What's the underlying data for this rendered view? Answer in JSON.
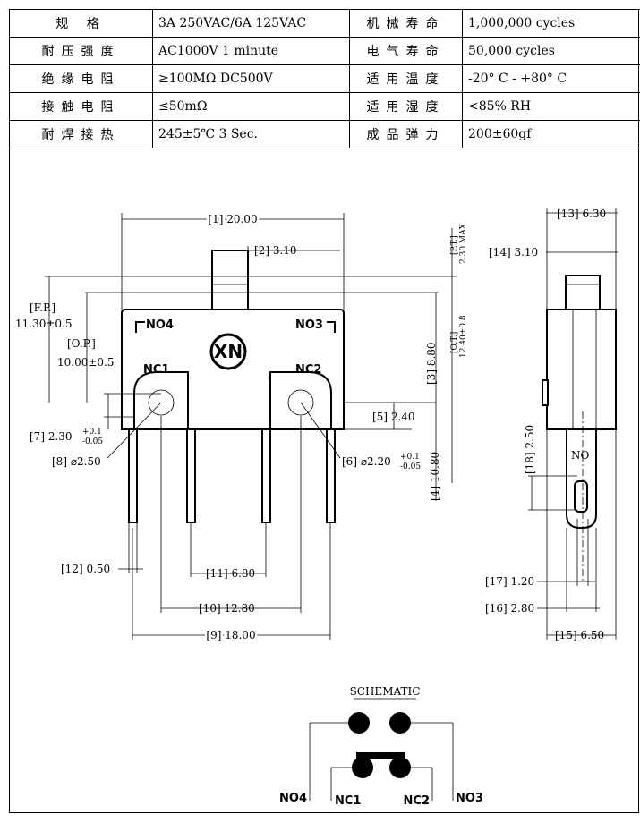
{
  "spec_table": {
    "rows": [
      {
        "label_1": "规 格",
        "value_1": "3A 250VAC/6A 125VAC",
        "label_2": "机械寿命",
        "value_2": "1,000,000 cycles"
      },
      {
        "label_1": "耐压强度",
        "value_1": "AC1000V 1 minute",
        "label_2": "电气寿命",
        "value_2": "50,000 cycles"
      },
      {
        "label_1": "绝缘电阻",
        "value_1": "≥100MΩ DC500V",
        "label_2": "适用温度",
        "value_2": "-20° C - +80° C"
      },
      {
        "label_1": "接触电阻",
        "value_1": "≤50mΩ",
        "label_2": "适用湿度",
        "value_2": "<85% RH"
      },
      {
        "label_1": "耐焊接热",
        "value_1": "245±5℃ 3 Sec.",
        "label_2": "成品弹力",
        "value_2": "200±60gf"
      }
    ]
  },
  "front_view": {
    "logo": "XN",
    "terminal_labels": {
      "no4": "NO4",
      "no3": "NO3",
      "nc1": "NC1",
      "nc2": "NC2"
    },
    "dims": {
      "d1": "[1] 20.00",
      "d2": "[2] 3.10",
      "d3": "[3] 8.80",
      "d4": "[4] 10.80",
      "d5": "[5] 2.40",
      "d6": "[6] ⌀2.20",
      "d6_tol_up": "+0.1",
      "d6_tol_dn": "-0.05",
      "d7": "[7] 2.30",
      "d7_tol_up": "+0.1",
      "d7_tol_dn": "-0.05",
      "d8": "[8] ⌀2.50",
      "d9": "[9] 18.00",
      "d10": "[10] 12.80",
      "d11": "[11] 6.80",
      "d12": "[12] 0.50",
      "fp_label": "[F.P.]",
      "fp_value": "11.30±0.5",
      "op_label": "[O.P.]",
      "op_value": "10.00±0.5",
      "pt_label": "[P.T.]",
      "pt_value": "2.30 MAX",
      "ot_label": "[O.T.]",
      "ot_value": "12.40±0.8"
    }
  },
  "side_view": {
    "no_label": "NO",
    "dims": {
      "d13": "[13] 6.30",
      "d14": "[14] 3.10",
      "d15": "[15] 6.50",
      "d16": "[16] 2.80",
      "d17": "[17] 1.20",
      "d18": "[18] 2.50"
    }
  },
  "schematic": {
    "title": "SCHEMATIC",
    "labels": {
      "no4": "NO4",
      "nc1": "NC1",
      "nc2": "NC2",
      "no3": "NO3"
    }
  }
}
